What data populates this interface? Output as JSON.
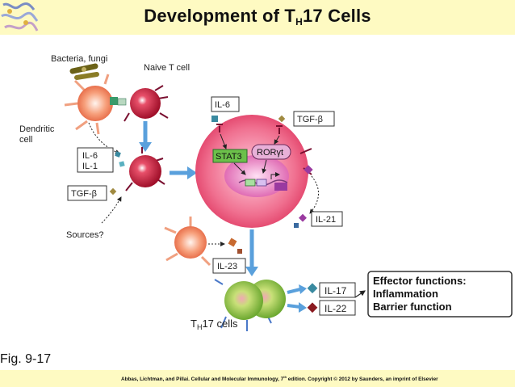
{
  "title": {
    "main": "Development of T",
    "sub": "H",
    "rest": "17 Cells"
  },
  "labels": {
    "bacteria": "Bacteria, fungi",
    "naive": "Naive T cell",
    "dendritic1": "Dendritic",
    "dendritic2": "cell",
    "il6_left": "IL-6",
    "il1": "IL-1",
    "tgfb_left": "TGF-β",
    "sources": "Sources?",
    "il6_top": "IL-6",
    "tgfb_top": "TGF-β",
    "stat3": "STAT3",
    "rorgt": "RORγt",
    "il21": "IL-21",
    "il23": "IL-23",
    "th17_T": "T",
    "th17_H": "H",
    "th17_rest": "17 cells",
    "il17": "IL-17",
    "il22": "IL-22",
    "effector1": "Effector functions:",
    "effector2": "Inflammation",
    "effector3": "Barrier function"
  },
  "colors": {
    "banner": "#fefac2",
    "cell_red": "#c51e3a",
    "nucleus": "#e87ab0",
    "stat3": "#6cc04a",
    "arrow_blue": "#5aa0dc",
    "th17_green": "#9acd4a"
  },
  "figure_label": "Fig. 9-17",
  "credit": {
    "a": "Abbas, Lichtman, and Pillai. Cellular and Molecular Immunology, 7",
    "sup": "th",
    "b": " edition. Copyright © 2012 by Saunders, an imprint of Elsevier"
  }
}
